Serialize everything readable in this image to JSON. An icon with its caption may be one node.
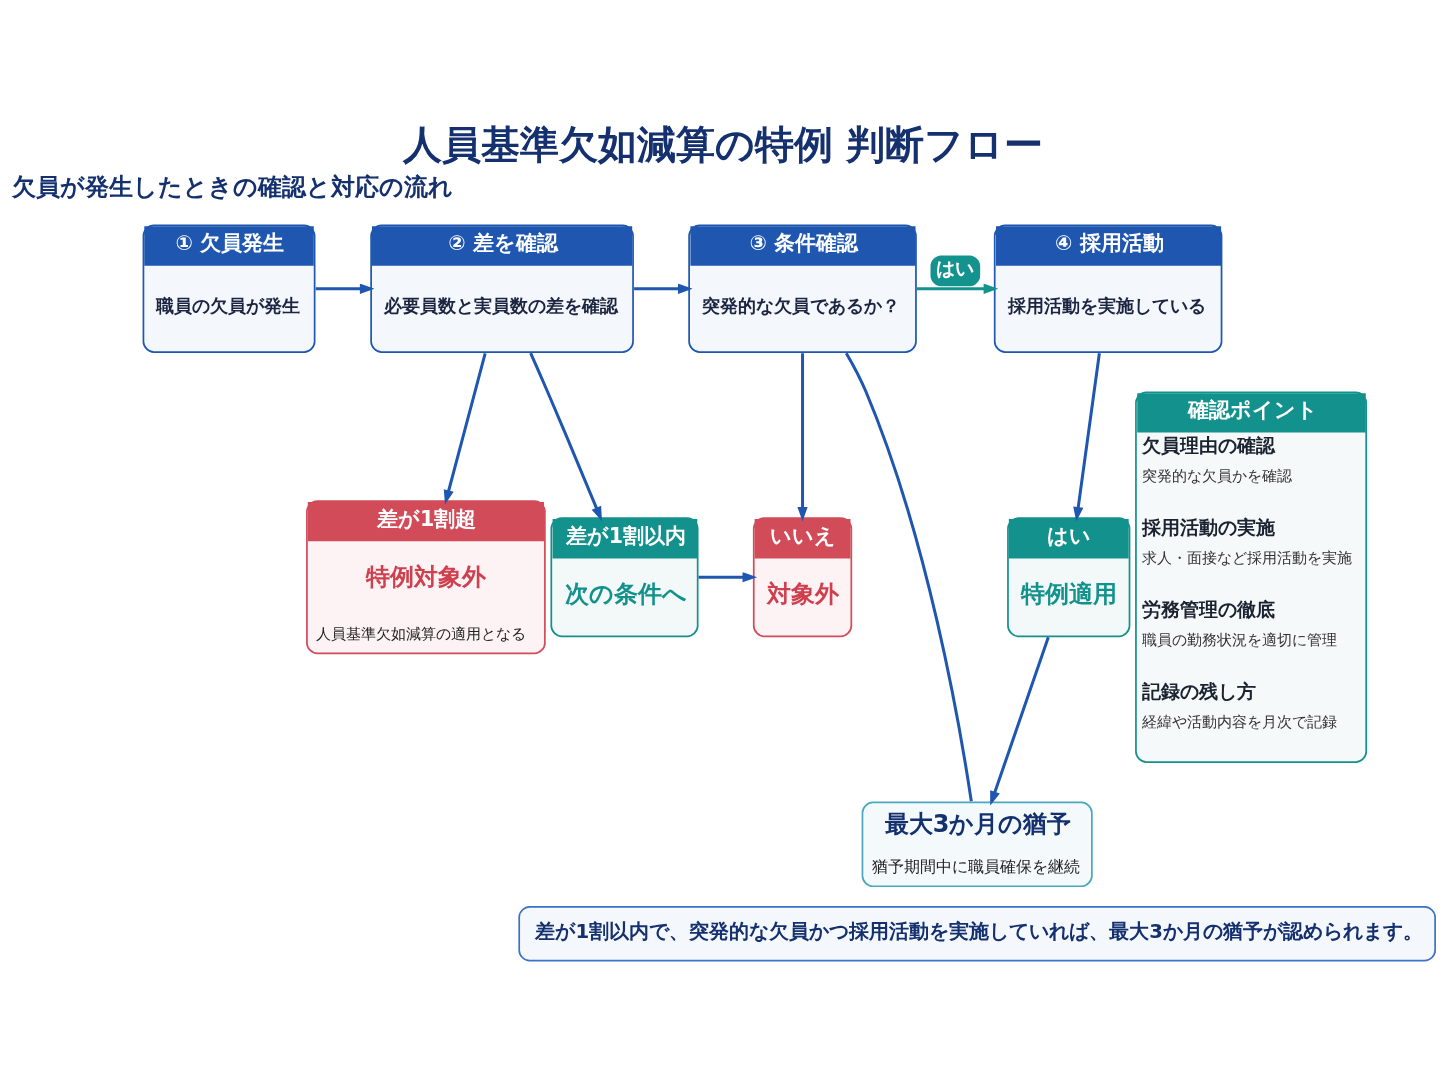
{
  "diagram": {
    "title": "人員基準欠如減算の特例 判断フロー",
    "nodes": [
      {
        "text": [
          "① 欠員発生",
          "職員の欠員が発生"
        ]
      },
      {
        "text": [
          "② 差を確認",
          "必要員数と実員数の差を確認"
        ]
      },
      {
        "text": [
          "③ 条件確認",
          "突発的な欠員であるか？"
        ]
      },
      {
        "text": [
          "④ 採用活動",
          "採用活動を実施している"
        ]
      },
      {
        "text": [
          "差が1割超",
          "特例対象外",
          "人員基準欠如減算の適用となる"
        ]
      },
      {
        "text": [
          "差が1割以内",
          "次の条件へ"
        ]
      },
      {
        "text": [
          "いいえ",
          "対象外"
        ]
      },
      {
        "text": [
          "はい",
          "特例適用"
        ]
      },
      {
        "text": [
          "最大3か月の猶予",
          "猶予期間中に職員確保を継続"
        ]
      },
      {
        "text": [
          "確認ポイント",
          "欠員理由の確認",
          "突発的な欠員かを確認",
          "採用活動の実施",
          "求人・面接など採用活動を実施",
          "労務管理の徹底",
          "職員の勤務状況を適切に管理",
          "記録の残し方",
          "経緯や活動内容を月次で記録"
        ]
      },
      {
        "text": [
          "差が1割以内で、突発的な欠員かつ採用活動を実施していれば、最大3か月の猶予が認められます。"
        ]
      }
    ],
    "edges": [
      {
        "from": 0,
        "to": 1,
        "arrow": "to"
      },
      {
        "from": 1,
        "to": 2,
        "arrow": "to"
      },
      {
        "from": 2,
        "to": 3,
        "arrow": "to",
        "label": "はい",
        "color": "#14938e"
      },
      {
        "from": 1,
        "to": 4,
        "arrow": "to"
      },
      {
        "from": 1,
        "to": 5,
        "arrow": "to"
      },
      {
        "from": 5,
        "to": 6,
        "arrow": "to"
      },
      {
        "from": 2,
        "to": 6,
        "arrow": "to"
      },
      {
        "from": 2,
        "to": 8,
        "arrow": "none"
      },
      {
        "from": 3,
        "to": 7,
        "arrow": "to"
      },
      {
        "from": 7,
        "to": 8,
        "arrow": "to"
      }
    ],
    "labels": [
      "欠員が発生したときの確認と対応の流れ"
    ]
  }
}
